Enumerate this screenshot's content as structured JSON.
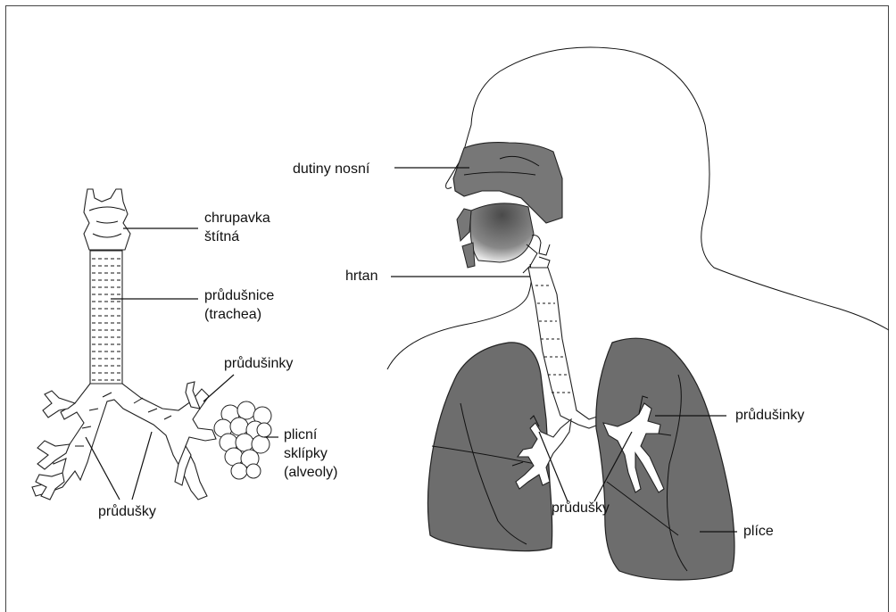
{
  "labels": {
    "dutiny_nosni": "dutiny nosní",
    "chrupavka_1": "chrupavka",
    "chrupavka_2": "štítná",
    "prudusnice_1": "průdušnice",
    "prudusnice_2": "(trachea)",
    "hrtan": "hrtan",
    "prudusinky_left": "průdušinky",
    "prudusinky_right": "průdušinky",
    "plicni_1": "plicní",
    "plicni_2": "sklípky",
    "plicni_3": "(alveoly)",
    "prudusky_left": "průdušky",
    "prudusky_right": "průdušky",
    "plice": "plíce"
  },
  "colors": {
    "lung_fill": "#6d6d6d",
    "outline": "#222222"
  }
}
